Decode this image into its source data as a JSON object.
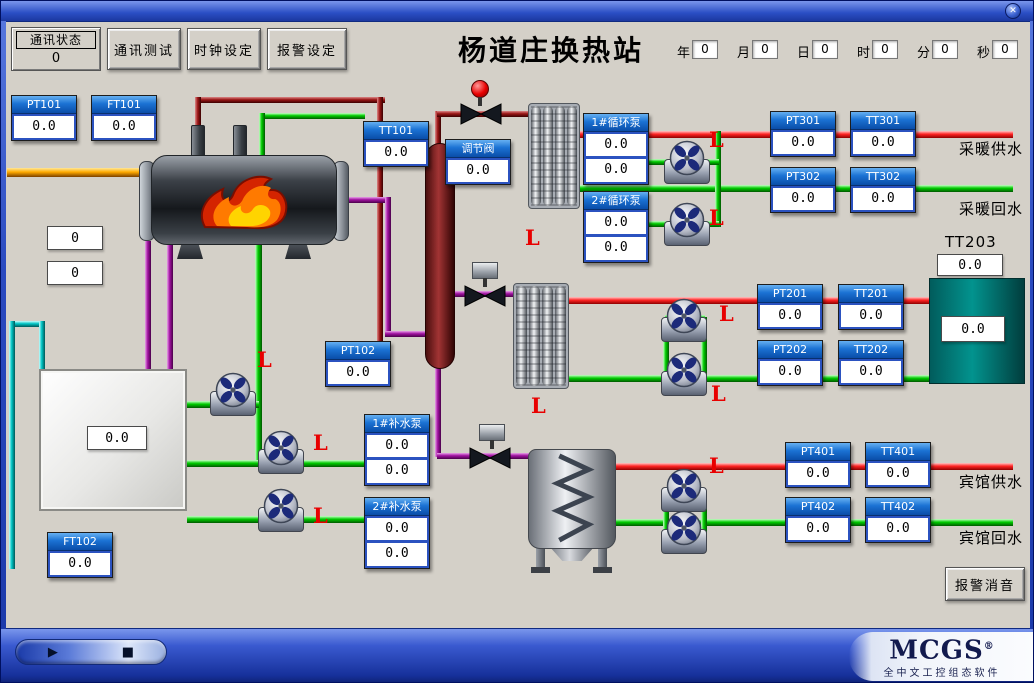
{
  "window": {
    "close_icon": "✕"
  },
  "header": {
    "comm_status": {
      "label": "通讯状态",
      "value": "0"
    },
    "buttons": [
      {
        "label": "通讯测试"
      },
      {
        "label": "时钟设定"
      },
      {
        "label": "报警设定"
      }
    ],
    "title": "杨道庄换热站",
    "datetime": [
      {
        "label": "年",
        "value": "0"
      },
      {
        "label": "月",
        "value": "0"
      },
      {
        "label": "日",
        "value": "0"
      },
      {
        "label": "时",
        "value": "0"
      },
      {
        "label": "分",
        "value": "0"
      },
      {
        "label": "秒",
        "value": "0"
      }
    ]
  },
  "displays": [
    {
      "label": "PT101",
      "values": [
        "0.0"
      ]
    },
    {
      "label": "FT101",
      "values": [
        "0.0"
      ]
    },
    {
      "label": "TT101",
      "values": [
        "0.0"
      ]
    },
    {
      "label": "调节阀",
      "values": [
        "0.0"
      ]
    },
    {
      "label": "1#循环泵",
      "values": [
        "0.0",
        "0.0"
      ]
    },
    {
      "label": "2#循环泵",
      "values": [
        "0.0",
        "0.0"
      ]
    },
    {
      "label": "PT301",
      "values": [
        "0.0"
      ]
    },
    {
      "label": "TT301",
      "values": [
        "0.0"
      ]
    },
    {
      "label": "PT302",
      "values": [
        "0.0"
      ]
    },
    {
      "label": "TT302",
      "values": [
        "0.0"
      ]
    },
    {
      "label": "PT201",
      "values": [
        "0.0"
      ]
    },
    {
      "label": "TT201",
      "values": [
        "0.0"
      ]
    },
    {
      "label": "PT202",
      "values": [
        "0.0"
      ]
    },
    {
      "label": "TT202",
      "values": [
        "0.0"
      ]
    },
    {
      "label": "PT102",
      "values": [
        "0.0"
      ]
    },
    {
      "label": "1#补水泵",
      "values": [
        "0.0",
        "0.0"
      ]
    },
    {
      "label": "2#补水泵",
      "values": [
        "0.0",
        "0.0"
      ]
    },
    {
      "label": "PT401",
      "values": [
        "0.0"
      ]
    },
    {
      "label": "TT401",
      "values": [
        "0.0"
      ]
    },
    {
      "label": "PT402",
      "values": [
        "0.0"
      ]
    },
    {
      "label": "TT402",
      "values": [
        "0.0"
      ]
    },
    {
      "label": "FT102",
      "values": [
        "0.0"
      ]
    }
  ],
  "value_boxes": [
    {
      "value": "0"
    },
    {
      "value": "0"
    },
    {
      "value": "0.0"
    },
    {
      "value": "0.0"
    },
    {
      "value": "0.0"
    }
  ],
  "labels": {
    "heating_supply": "采暖供水",
    "heating_return": "采暖回水",
    "tt203": "TT203",
    "hotel_supply": "宾馆供水",
    "hotel_return": "宾馆回水"
  },
  "alarm_marker": "L",
  "buttons": {
    "alarm_mute": "报警消音"
  },
  "footer": {
    "play_icon": "▶",
    "stop_icon": "■",
    "brand": "MCGS",
    "registered": "®",
    "tagline": "全中文工控组态软件"
  },
  "colors": {
    "supply_pipe": "#ff2424",
    "return_pipe": "#00cc00",
    "alarm_color": "#e80000",
    "display_header": "#1b72d4",
    "window_frame": "#2a4ac0"
  }
}
